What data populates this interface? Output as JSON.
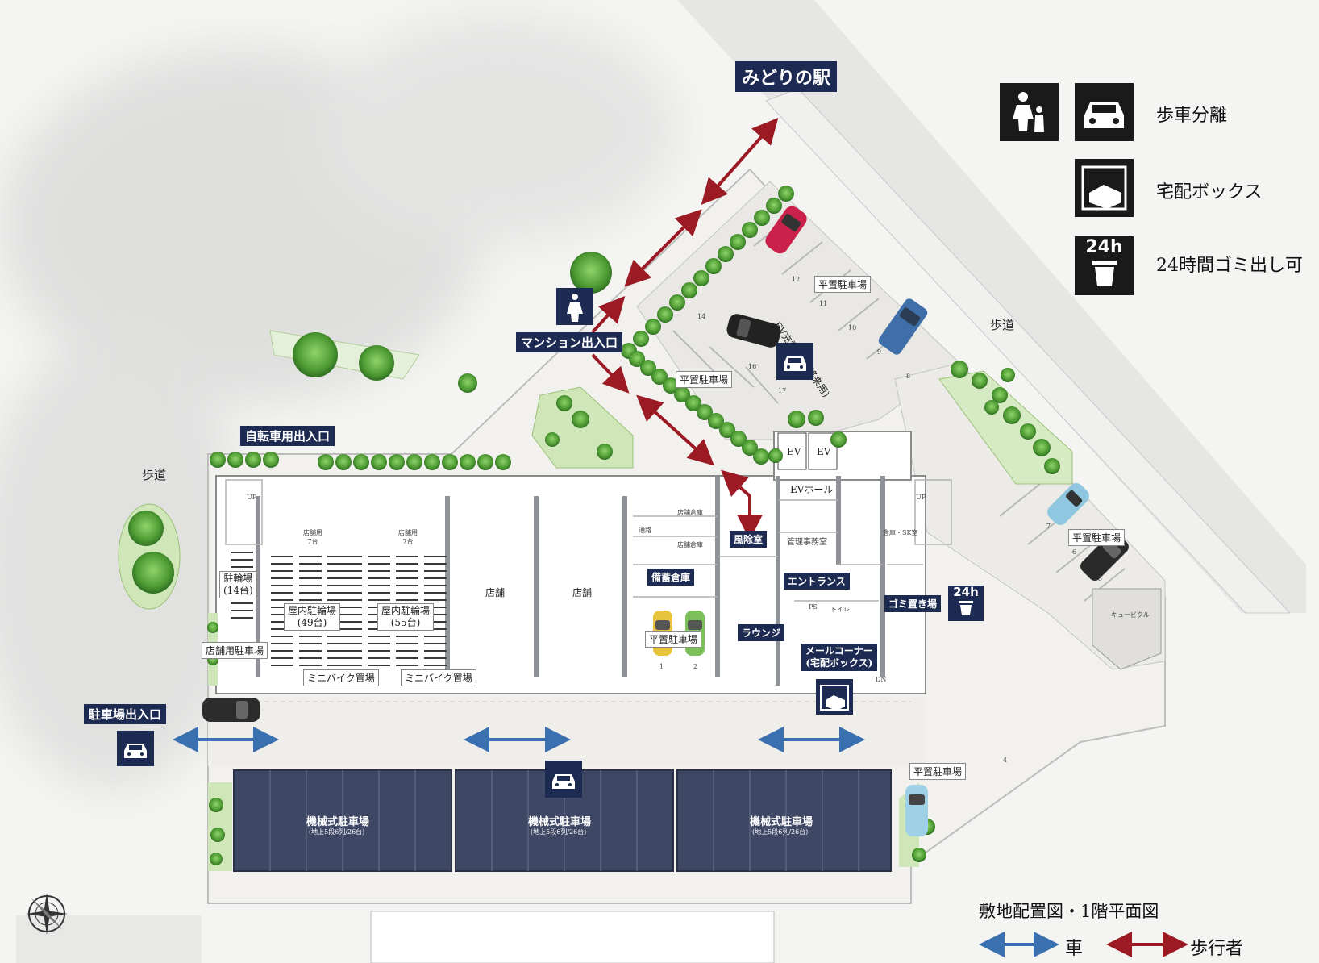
{
  "station_label": "みどりの駅",
  "entrances": {
    "mansion": "マンション出入口",
    "bicycle": "自転車用出入口",
    "parking": "駐車場出入口"
  },
  "sidewalks": [
    "歩道",
    "歩道"
  ],
  "rooms": {
    "ev1": "EV",
    "ev2": "EV",
    "ev_hall": "EVホール",
    "vestibule": "風除室",
    "mgmt_office": "管理事務室",
    "storage_sk": "倉庫・SK室",
    "entrance": "エントランス",
    "lounge": "ラウンジ",
    "garbage": "ゴミ置き場",
    "mail_corner": "メールコーナー",
    "mail_corner_sub": "(宅配ボックス)",
    "stockpile": "備蓄倉庫",
    "toilet": "トイレ",
    "passage": "通路",
    "shop_storage_1": "店舗倉庫",
    "shop_storage_2": "店舗倉庫",
    "shop1": "店舗",
    "shop2": "店舗",
    "cubicle": "キュービクル",
    "ps": "PS",
    "up": "UP",
    "dn": "DN"
  },
  "bicycle": {
    "outdoor": "駐輪場",
    "outdoor_count": "(14台)",
    "indoor1": "屋内駐輪場",
    "indoor1_count": "(49台)",
    "indoor2": "屋内駐輪場",
    "indoor2_count": "(55台)",
    "shop_bike1": "店舗用",
    "shop_bike1_count": "7台",
    "shop_bike2": "店舗用",
    "shop_bike2_count": "7台",
    "minibike1": "ミニバイク置場",
    "minibike2": "ミニバイク置場"
  },
  "parking": {
    "flat_north": "平置駐車場",
    "flat_center": "平置駐車場",
    "flat_east": "平置駐車場",
    "flat_south_east": "平置駐車場",
    "flat_inner": "平置駐車場",
    "shop_parking": "店舗用駐車場",
    "ev_charge": "EV充電区画(将来用)",
    "mech_title": "機械式駐車場",
    "mech_sub": "(地上5段6列/26台)",
    "space_numbers_north": [
      "12",
      "11",
      "10",
      "9",
      "8"
    ],
    "space_numbers_center": [
      "14",
      "16",
      "17"
    ],
    "space_numbers_east": [
      "7",
      "6",
      "5"
    ],
    "space_numbers_inner": [
      "1",
      "2"
    ],
    "space_number_se": "4"
  },
  "legend": {
    "separation": "歩車分離",
    "delivery_box": "宅配ボックス",
    "garbage_24h_badge": "24h",
    "garbage_24h": "24時間ゴミ出し可",
    "map_title": "敷地配置図・1階平面図",
    "car": "車",
    "pedestrian": "歩行者"
  },
  "colors": {
    "navy": "#1d2a52",
    "car_arrow": "#3a6fb0",
    "pedestrian_arrow": "#9c1a24",
    "mech_parking": "#3e4763",
    "tree": "#5ba642"
  }
}
